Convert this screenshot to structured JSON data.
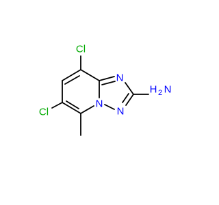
{
  "molecule": {
    "labels": {
      "cl_top": "Cl",
      "cl_left": "Cl",
      "n_imine": "N",
      "n_bridge": "N",
      "n_triazole": "N",
      "amine_h": "H",
      "amine_h_count": "2",
      "amine_n": "N"
    },
    "colors": {
      "carbon_bond": "#000000",
      "nitrogen": "#0000ff",
      "chlorine": "#00aa00"
    }
  }
}
